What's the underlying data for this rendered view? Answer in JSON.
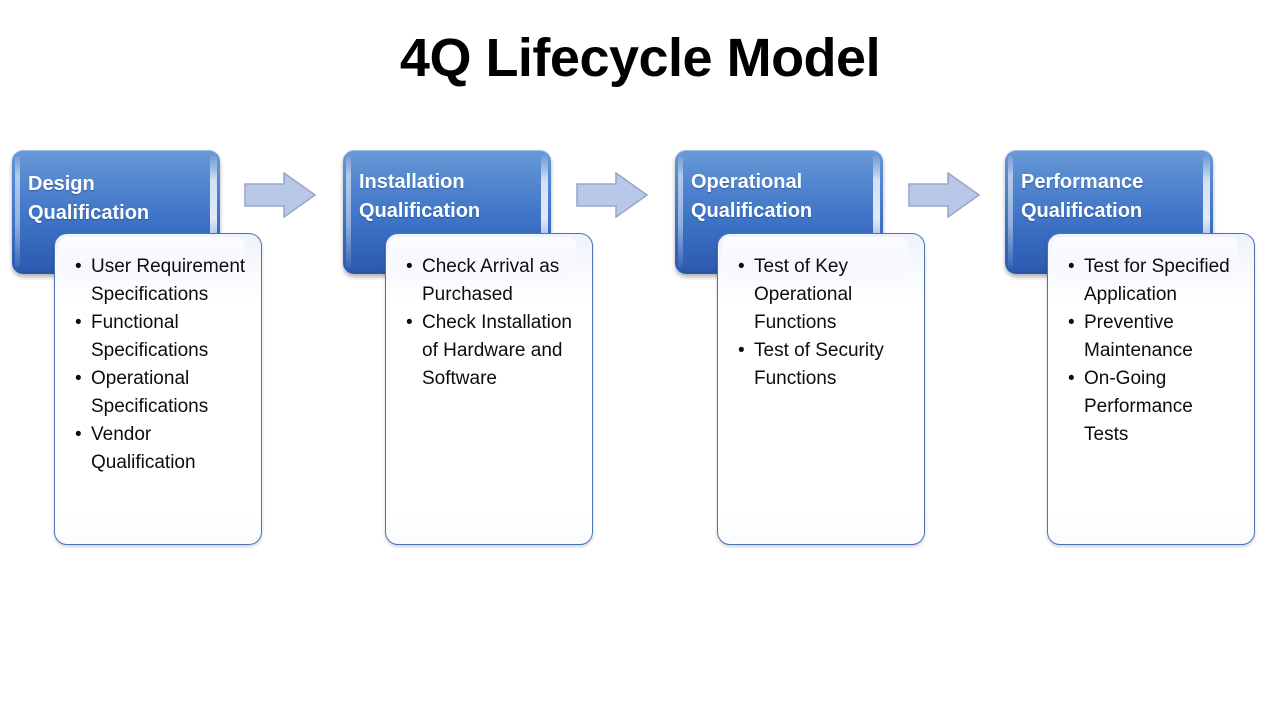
{
  "slide": {
    "title": "4Q Lifecycle Model",
    "background": "#ffffff"
  },
  "theme": {
    "chip_gradient_top": "#6a9ad8",
    "chip_gradient_bottom": "#2a56a8",
    "chip_text_color": "#ffffff",
    "card_border": "#4a74b4",
    "card_background": "#ffffff",
    "arrow_fill": "#b9c7e8",
    "arrow_stroke": "#9aa8c8",
    "bullet_text_color": "#0d0d0d",
    "title_color": "#000000"
  },
  "arrows": [
    {
      "name": "arrow-design-to-installation",
      "glyph": "right-arrow"
    },
    {
      "name": "arrow-installation-to-operational",
      "glyph": "right-arrow"
    },
    {
      "name": "arrow-operational-to-performance",
      "glyph": "right-arrow"
    }
  ],
  "stages": [
    {
      "id": "design-qualification",
      "header": "Design\nQualification",
      "bullets": [
        "User Requirement Specifications",
        "Functional Specifications",
        "Operational Specifications",
        "Vendor Qualification"
      ]
    },
    {
      "id": "installation-qualification",
      "header": "Installation\nQualification",
      "bullets": [
        "Check Arrival as Purchased",
        "Check Installation of Hardware and Software"
      ]
    },
    {
      "id": "operational-qualification",
      "header": "Operational\nQualification",
      "bullets": [
        "Test of Key Operational Functions",
        "Test of Security Functions"
      ]
    },
    {
      "id": "performance-qualification",
      "header": "Performance\nQualification",
      "bullets": [
        "Test for Specified Application",
        "Preventive Maintenance",
        "On-Going Performance Tests"
      ]
    }
  ]
}
